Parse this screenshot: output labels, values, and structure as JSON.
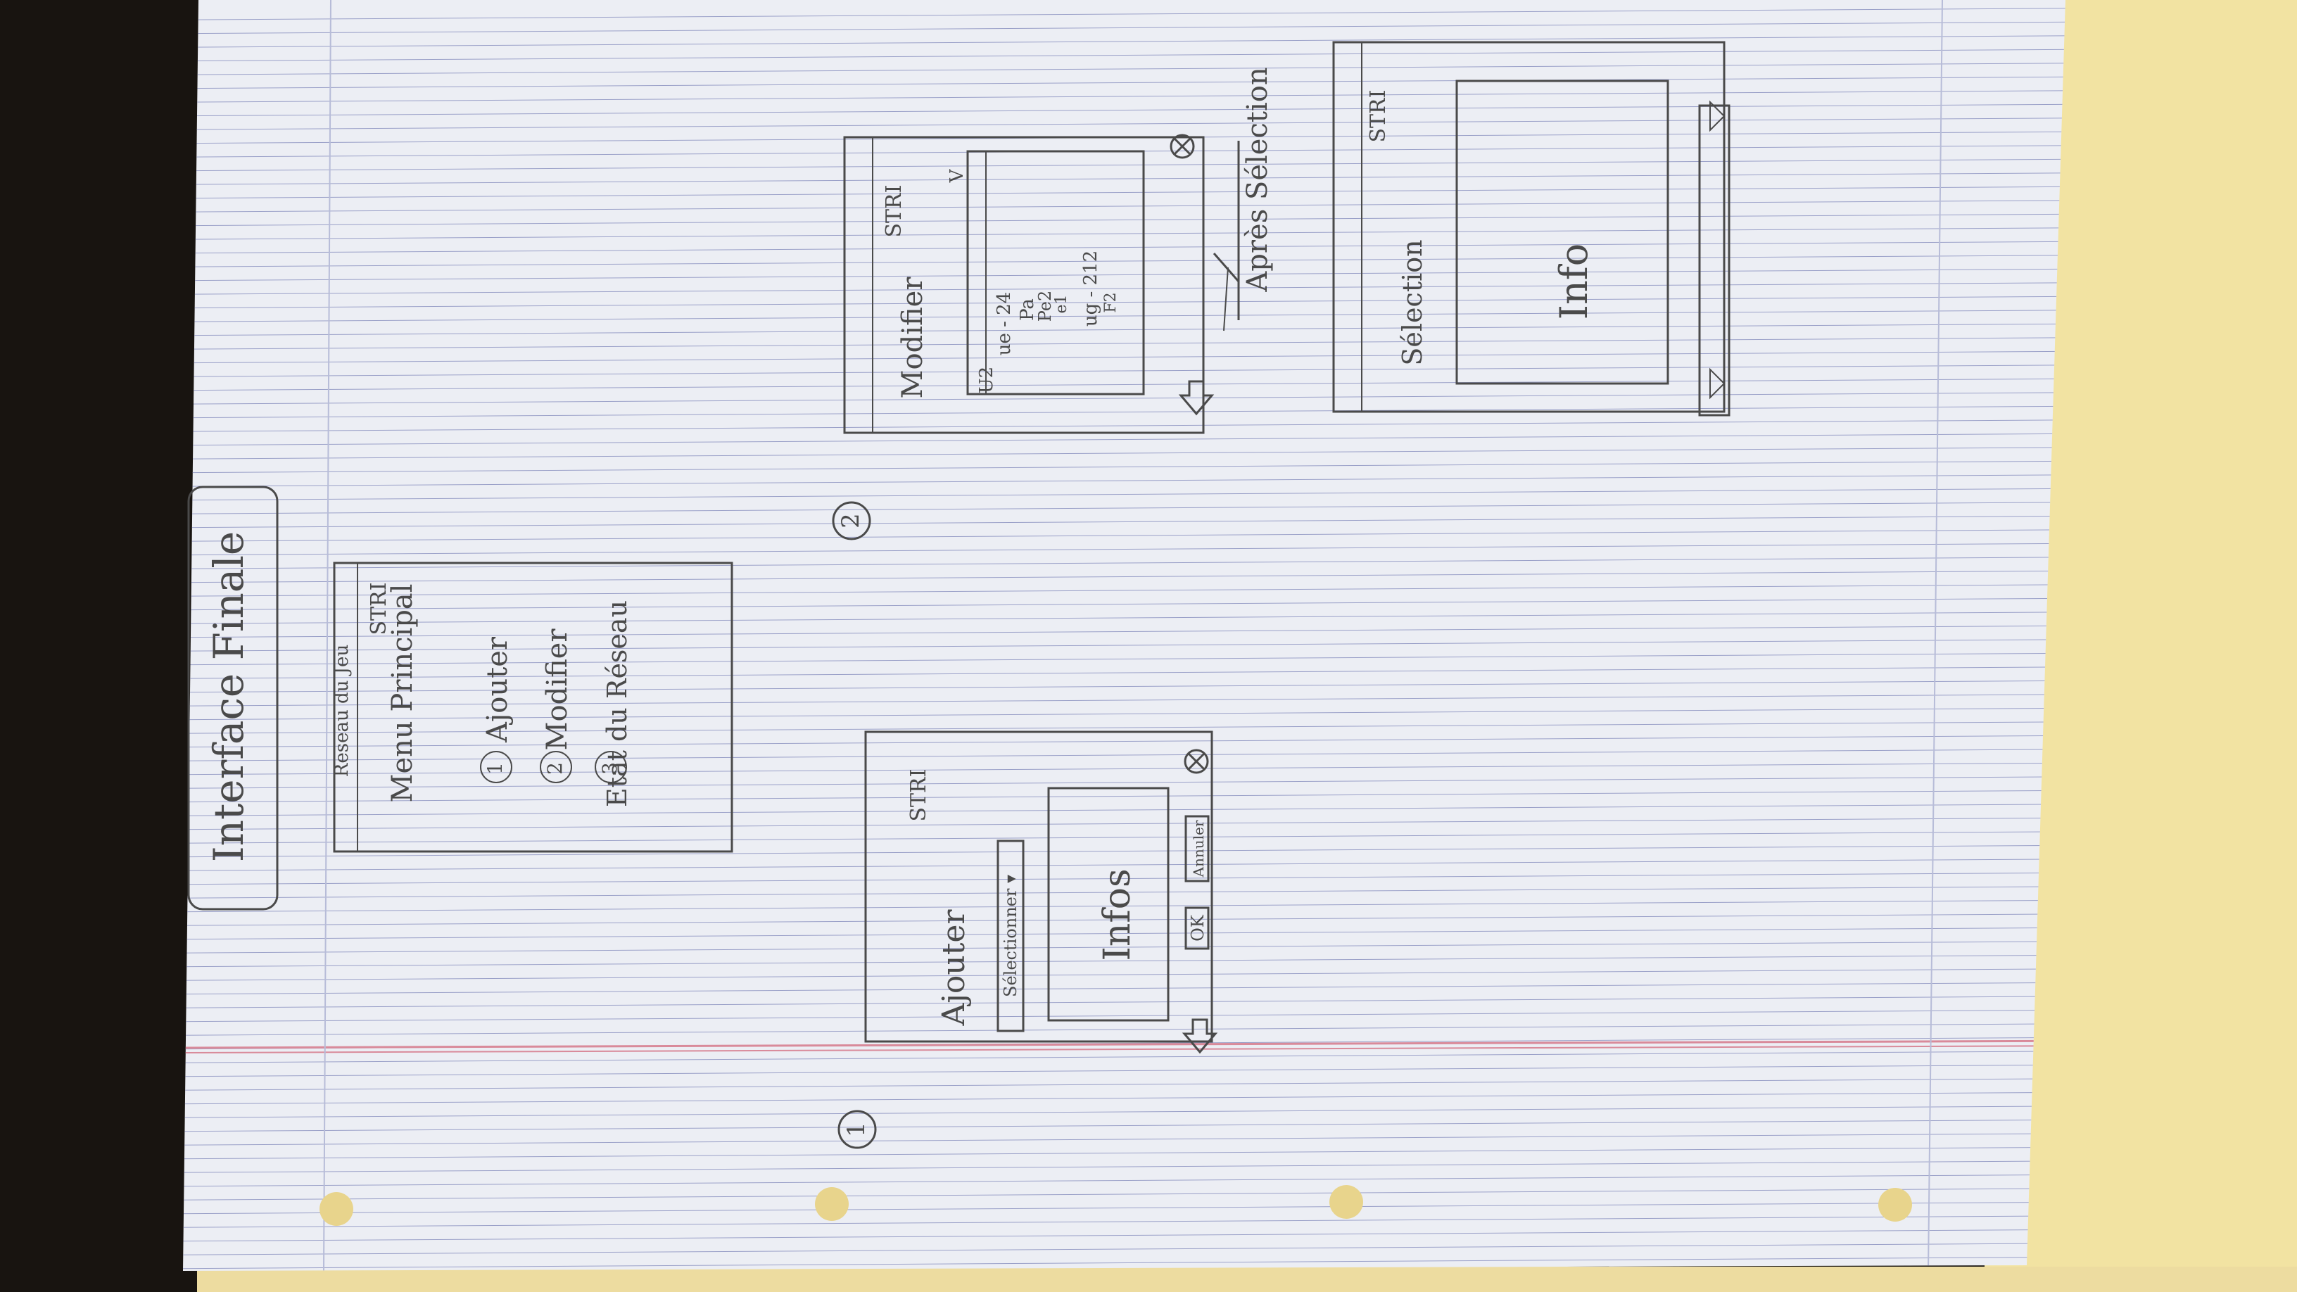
{
  "photo": {
    "paper_color": "#eceef4",
    "rule_color": "#9aa0c8",
    "margin_color": "#d98a9a",
    "pencil_color": "#4a4a4a",
    "table_color": "#f2e3a2"
  },
  "header": {
    "title": "Interface Finale"
  },
  "sketch_main": {
    "window_title": "Reseau du Jeu",
    "brand": "STRI",
    "menu_title": "Menu Principal",
    "items": [
      {
        "num": "1",
        "label": "Ajouter"
      },
      {
        "num": "2",
        "label": "Modifier"
      },
      {
        "num": "3",
        "label": "Etat du Réseau"
      }
    ]
  },
  "sketch_1": {
    "number": "1",
    "brand": "STRI",
    "title": "Ajouter",
    "select_label": "Sélectionner ▾",
    "infos_label": "Infos",
    "ok_label": "OK",
    "cancel_label": "Annuler",
    "back_icon": "back-arrow-icon",
    "close_icon": "close-icon"
  },
  "sketch_2": {
    "number": "2",
    "brand": "STRI",
    "title": "Modifier",
    "dropdown_caret": "V",
    "list_items": [
      "U2",
      "ue - 24",
      "Pa",
      "Pe2",
      "e1",
      "ug - 212",
      "F2"
    ],
    "back_icon": "back-arrow-icon",
    "close_icon": "close-icon"
  },
  "sketch_3": {
    "caption": "Après Sélection",
    "brand": "STRI",
    "selection_label": "Sélection",
    "info_label": "Info"
  }
}
